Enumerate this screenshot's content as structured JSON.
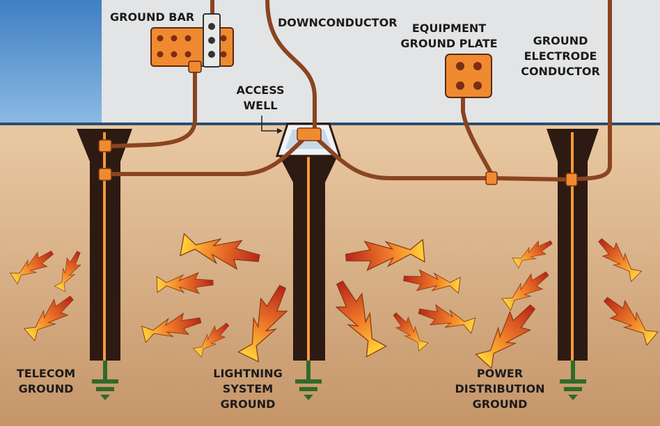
{
  "labels": {
    "ground_bar": "GROUND BAR",
    "downconductor": "DOWNCONDUCTOR",
    "equipment_ground_plate": [
      "EQUIPMENT",
      "GROUND PLATE"
    ],
    "ground_electrode_conductor": [
      "GROUND",
      "ELECTRODE",
      "CONDUCTOR"
    ],
    "access_well": [
      "ACCESS",
      "WELL"
    ],
    "telecom_ground": [
      "TELECOM",
      "GROUND"
    ],
    "lightning_system_ground": [
      "LIGHTNING",
      "SYSTEM",
      "GROUND"
    ],
    "power_distribution_ground": [
      "POWER",
      "DISTRIBUTION",
      "GROUND"
    ]
  },
  "colors": {
    "sky": "#4e8cc8",
    "wall": "#e2e3e5",
    "soil_top": "#e6c39c",
    "soil_bottom": "#c89a70",
    "pile": "#2d1a12",
    "conductor": "#8a4420",
    "rod": "#f39a3c",
    "fitting": "#f08a30",
    "ground_symbol": "#2f6b2a",
    "bolt": "#7a2e12"
  },
  "icons": {
    "ground_symbol": "earth-ground-icon",
    "discharge_arrow": "lightning-bolt-arrow-icon",
    "connector": "clamp-connector-icon"
  }
}
